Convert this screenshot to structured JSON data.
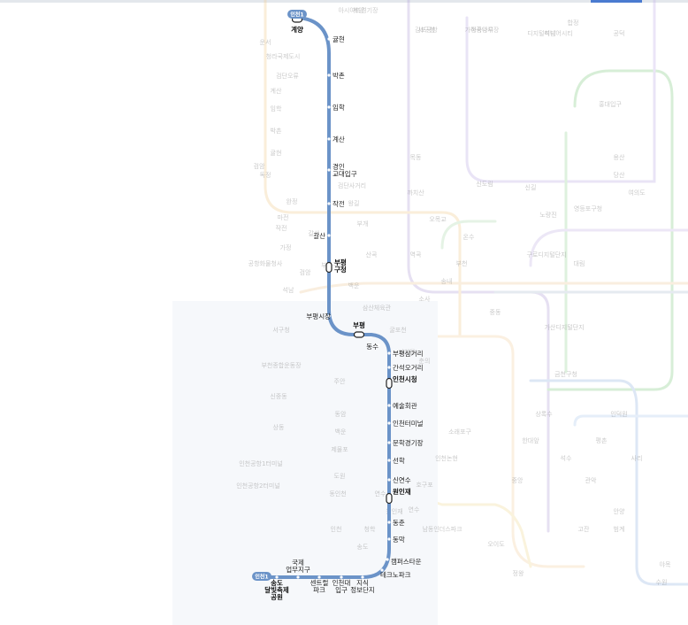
{
  "line": {
    "name": "인천1",
    "color": "#6b93c8",
    "badge_top": "인천1",
    "badge_bottom": "인천1"
  },
  "stations": [
    {
      "id": "gyeyang",
      "name": "계양",
      "bold": true,
      "transfer": true
    },
    {
      "id": "gyulhyeon",
      "name": "귤현"
    },
    {
      "id": "bakchon",
      "name": "박촌"
    },
    {
      "id": "imhak",
      "name": "임학"
    },
    {
      "id": "gyesan",
      "name": "계산"
    },
    {
      "id": "gyeongin-univ",
      "name": "경인\n교대입구"
    },
    {
      "id": "jakjeon",
      "name": "작전"
    },
    {
      "id": "galsan",
      "name": "갈산"
    },
    {
      "id": "bupyeong-gu",
      "name": "부평\n구청",
      "bold": true,
      "transfer": true
    },
    {
      "id": "bupyeong-market",
      "name": "부평시장"
    },
    {
      "id": "bupyeong",
      "name": "부평",
      "bold": true,
      "transfer": true
    },
    {
      "id": "dongsu",
      "name": "동수"
    },
    {
      "id": "bupyeong-samgeori",
      "name": "부평삼거리"
    },
    {
      "id": "ganseok-ogeori",
      "name": "간석오거리"
    },
    {
      "id": "incheon-cityhall",
      "name": "인천시청",
      "bold": true,
      "transfer": true
    },
    {
      "id": "arts-center",
      "name": "예술회관"
    },
    {
      "id": "bus-terminal",
      "name": "인천터미널"
    },
    {
      "id": "munhak-stadium",
      "name": "문학경기장"
    },
    {
      "id": "seonhak",
      "name": "선학"
    },
    {
      "id": "sinyeonsu",
      "name": "신연수"
    },
    {
      "id": "woninjae",
      "name": "원인재",
      "bold": true,
      "transfer": true
    },
    {
      "id": "dongchun",
      "name": "동춘"
    },
    {
      "id": "dongmak",
      "name": "동막"
    },
    {
      "id": "campus-town",
      "name": "캠퍼스타운"
    },
    {
      "id": "technopark",
      "name": "테크노파크"
    },
    {
      "id": "bio-research",
      "name": "지식\n정보단지"
    },
    {
      "id": "incheon-univ",
      "name": "인천대\n입구"
    },
    {
      "id": "central-park",
      "name": "센트럴\n파크"
    },
    {
      "id": "intl-business",
      "name": "국제\n업무지구"
    },
    {
      "id": "songdo-moonlight",
      "name": "송도\n달빛축제\n공원",
      "bold": true
    }
  ],
  "background_labels": [
    "계양",
    "김포공항",
    "마곡나루",
    "디지털미디어시티",
    "합정",
    "홍대입구",
    "공덕",
    "당산",
    "여의도",
    "영등포구청",
    "신도림",
    "구로디지털단지",
    "대림",
    "신길",
    "노량진",
    "용산",
    "가산디지털단지",
    "금천구청",
    "석수",
    "관악",
    "안양",
    "범계",
    "평촌",
    "인덕원",
    "정왕",
    "오이도",
    "수원",
    "고잔",
    "중앙",
    "한대앞",
    "상록수",
    "사리",
    "야목",
    "부천",
    "송내",
    "중동",
    "소사",
    "역곡",
    "온수",
    "까치산",
    "목동",
    "오목교",
    "주안",
    "동암",
    "백운",
    "제물포",
    "도원",
    "동인천",
    "인천",
    "송도",
    "연수",
    "소래포구",
    "인천논현",
    "호구포",
    "남동인더스파크",
    "원인재",
    "연수",
    "청학",
    "검암",
    "청라국제도시",
    "운서",
    "공항화물청사",
    "인천공항1터미널",
    "인천공항2터미널",
    "석남",
    "서구청",
    "가정",
    "작전",
    "갈산",
    "부평구청",
    "산곡",
    "부개",
    "백운",
    "삼산체육관",
    "굴포천",
    "까치울",
    "춘의",
    "부천종합운동장",
    "신중동",
    "상동",
    "계산",
    "임학",
    "박촌",
    "귤현",
    "검단오류",
    "왕길",
    "검단사거리",
    "마전",
    "완정",
    "독정",
    "검암",
    "아시아드경기장",
    "서구청",
    "가정중앙시장",
    "석남"
  ]
}
